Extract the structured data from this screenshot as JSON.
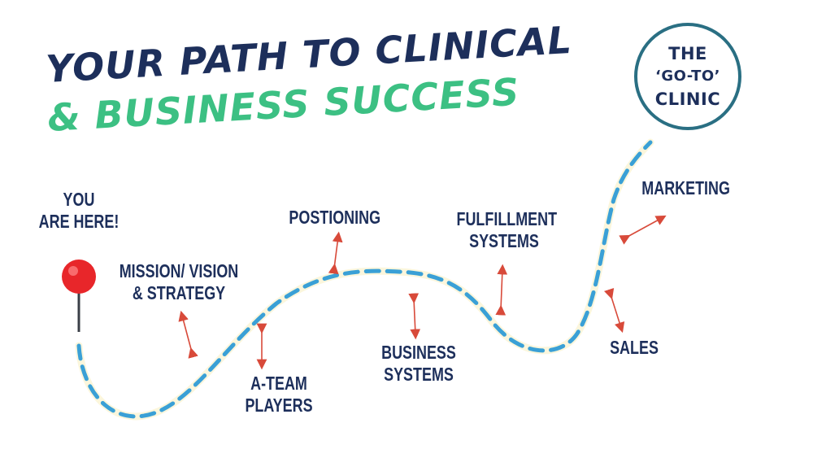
{
  "title": {
    "line1": "YOUR PATH TO CLINICAL",
    "line2": "& BUSINESS SUCCESS"
  },
  "badge": {
    "line1": "THE",
    "line2": "‘GO-TO’",
    "line3": "CLINIC"
  },
  "steps": {
    "you_are_here": {
      "line1": "YOU",
      "line2": "ARE HERE!"
    },
    "mission": {
      "line1": "MISSION/ VISION",
      "line2": "& STRATEGY"
    },
    "a_team": {
      "line1": "A-TEAM",
      "line2": "PLAYERS"
    },
    "positioning": {
      "line1": "POSTIONING"
    },
    "business_systems": {
      "line1": "BUSINESS",
      "line2": "SYSTEMS"
    },
    "fulfillment": {
      "line1": "FULFILLMENT",
      "line2": "SYSTEMS"
    },
    "sales": {
      "line1": "SALES"
    },
    "marketing": {
      "line1": "MARKETING"
    }
  },
  "colors": {
    "navy": "#1d2f5b",
    "green": "#3cc083",
    "path_dash": "#3aa0d6",
    "path_base": "#fbf6dc",
    "arrow": "#d84a3a",
    "pin": "#e8262a",
    "badge_ring": "#2a6f83"
  },
  "icons": {
    "pin": "map-pin-icon"
  }
}
